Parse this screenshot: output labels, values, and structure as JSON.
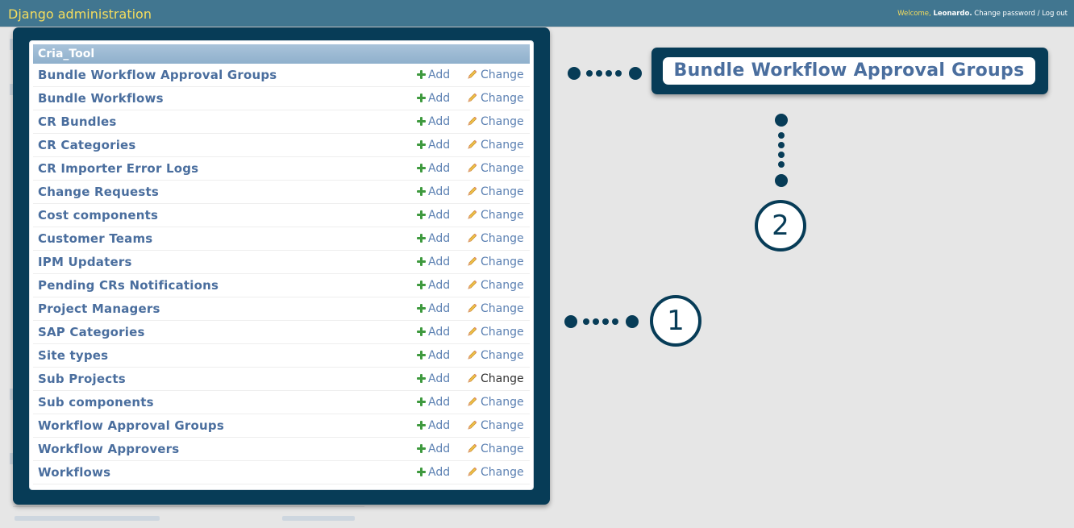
{
  "header": {
    "brand": "Django administration",
    "welcome": "Welcome,",
    "username": "Leonardo.",
    "change_password": "Change password",
    "separator": "/",
    "logout": "Log out"
  },
  "module": {
    "caption": "Cria_Tool",
    "add_label": "Add",
    "change_label": "Change",
    "rows": [
      "Bundle Workflow Approval Groups",
      "Bundle Workflows",
      "CR Bundles",
      "CR Categories",
      "CR Importer Error Logs",
      "Change Requests",
      "Cost components",
      "Customer Teams",
      "IPM Updaters",
      "Pending CRs Notifications",
      "Project Managers",
      "SAP Categories",
      "Site types",
      "Sub Projects",
      "Sub components",
      "Workflow Approval Groups",
      "Workflow Approvers",
      "Workflows"
    ]
  },
  "callout": {
    "label": "Bundle Workflow Approval Groups"
  },
  "badges": {
    "one": "1",
    "two": "2"
  },
  "colors": {
    "header_bg": "#417690",
    "brand_text": "#f5dd5d",
    "panel_bg": "#073c57",
    "link": "#4a6e9e",
    "add_icon": "#3f9a3f"
  }
}
